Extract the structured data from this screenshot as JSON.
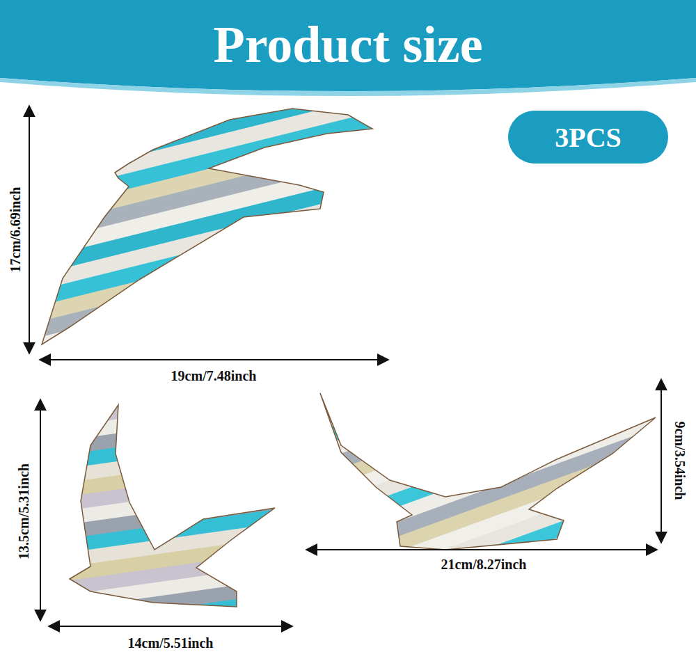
{
  "diagram": {
    "title": "Product size",
    "nodes": [
      {
        "text": [
          "3PCS"
        ]
      }
    ],
    "labels": [
      "17cm/6.69inch",
      "19cm/7.48inch",
      "13.5cm/5.31inch",
      "14cm/5.51inch",
      "9cm/3.54inch",
      "21cm/8.27inch"
    ]
  }
}
